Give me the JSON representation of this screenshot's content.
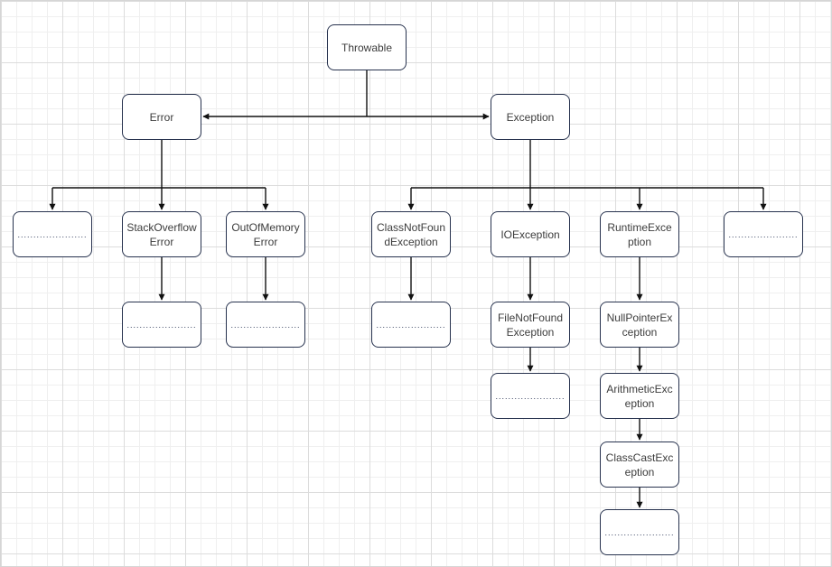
{
  "diagram_type": "hierarchy-flowchart",
  "subject": "Java Throwable class hierarchy",
  "colors": {
    "background": "#ffffff",
    "grid_minor": "#efefef",
    "grid_major": "#dcdcdc",
    "box_border": "#27324e",
    "box_fill": "#ffffff",
    "connector": "#111111",
    "label_text": "#3c3c3c",
    "ellipsis_text": "#253050"
  },
  "nodes": [
    {
      "id": "throwable",
      "label": "Throwable"
    },
    {
      "id": "error",
      "label": "Error"
    },
    {
      "id": "exception",
      "label": "Exception"
    },
    {
      "id": "error-child-placeholder",
      "label": "......................"
    },
    {
      "id": "stack-overflow-error",
      "label": "StackOverflowError"
    },
    {
      "id": "out-of-memory-error",
      "label": "OutOfMemoryError"
    },
    {
      "id": "class-not-found-exception",
      "label": "ClassNotFoundException"
    },
    {
      "id": "io-exception",
      "label": "IOException"
    },
    {
      "id": "runtime-exception",
      "label": "RuntimeException"
    },
    {
      "id": "exception-child-placeholder",
      "label": "......................"
    },
    {
      "id": "stack-overflow-child-placeholder",
      "label": "......................"
    },
    {
      "id": "out-of-memory-child-placeholder",
      "label": "......................"
    },
    {
      "id": "class-not-found-child-placeholder",
      "label": "......................"
    },
    {
      "id": "file-not-found-exception",
      "label": "FileNotFoundException"
    },
    {
      "id": "null-pointer-exception",
      "label": "NullPointerException"
    },
    {
      "id": "file-not-found-child-placeholder",
      "label": "......................"
    },
    {
      "id": "arithmetic-exception",
      "label": "ArithmeticException"
    },
    {
      "id": "class-cast-exception",
      "label": "ClassCastException"
    },
    {
      "id": "class-cast-child-placeholder",
      "label": "......................"
    }
  ],
  "edges": [
    {
      "from": "throwable",
      "to": "error"
    },
    {
      "from": "throwable",
      "to": "exception"
    },
    {
      "from": "error",
      "to": "error-child-placeholder"
    },
    {
      "from": "error",
      "to": "stack-overflow-error"
    },
    {
      "from": "error",
      "to": "out-of-memory-error"
    },
    {
      "from": "exception",
      "to": "class-not-found-exception"
    },
    {
      "from": "exception",
      "to": "io-exception"
    },
    {
      "from": "exception",
      "to": "runtime-exception"
    },
    {
      "from": "exception",
      "to": "exception-child-placeholder"
    },
    {
      "from": "stack-overflow-error",
      "to": "stack-overflow-child-placeholder"
    },
    {
      "from": "out-of-memory-error",
      "to": "out-of-memory-child-placeholder"
    },
    {
      "from": "class-not-found-exception",
      "to": "class-not-found-child-placeholder"
    },
    {
      "from": "io-exception",
      "to": "file-not-found-exception"
    },
    {
      "from": "file-not-found-exception",
      "to": "file-not-found-child-placeholder"
    },
    {
      "from": "runtime-exception",
      "to": "null-pointer-exception"
    },
    {
      "from": "null-pointer-exception",
      "to": "arithmetic-exception"
    },
    {
      "from": "arithmetic-exception",
      "to": "class-cast-exception"
    },
    {
      "from": "class-cast-exception",
      "to": "class-cast-child-placeholder"
    }
  ]
}
